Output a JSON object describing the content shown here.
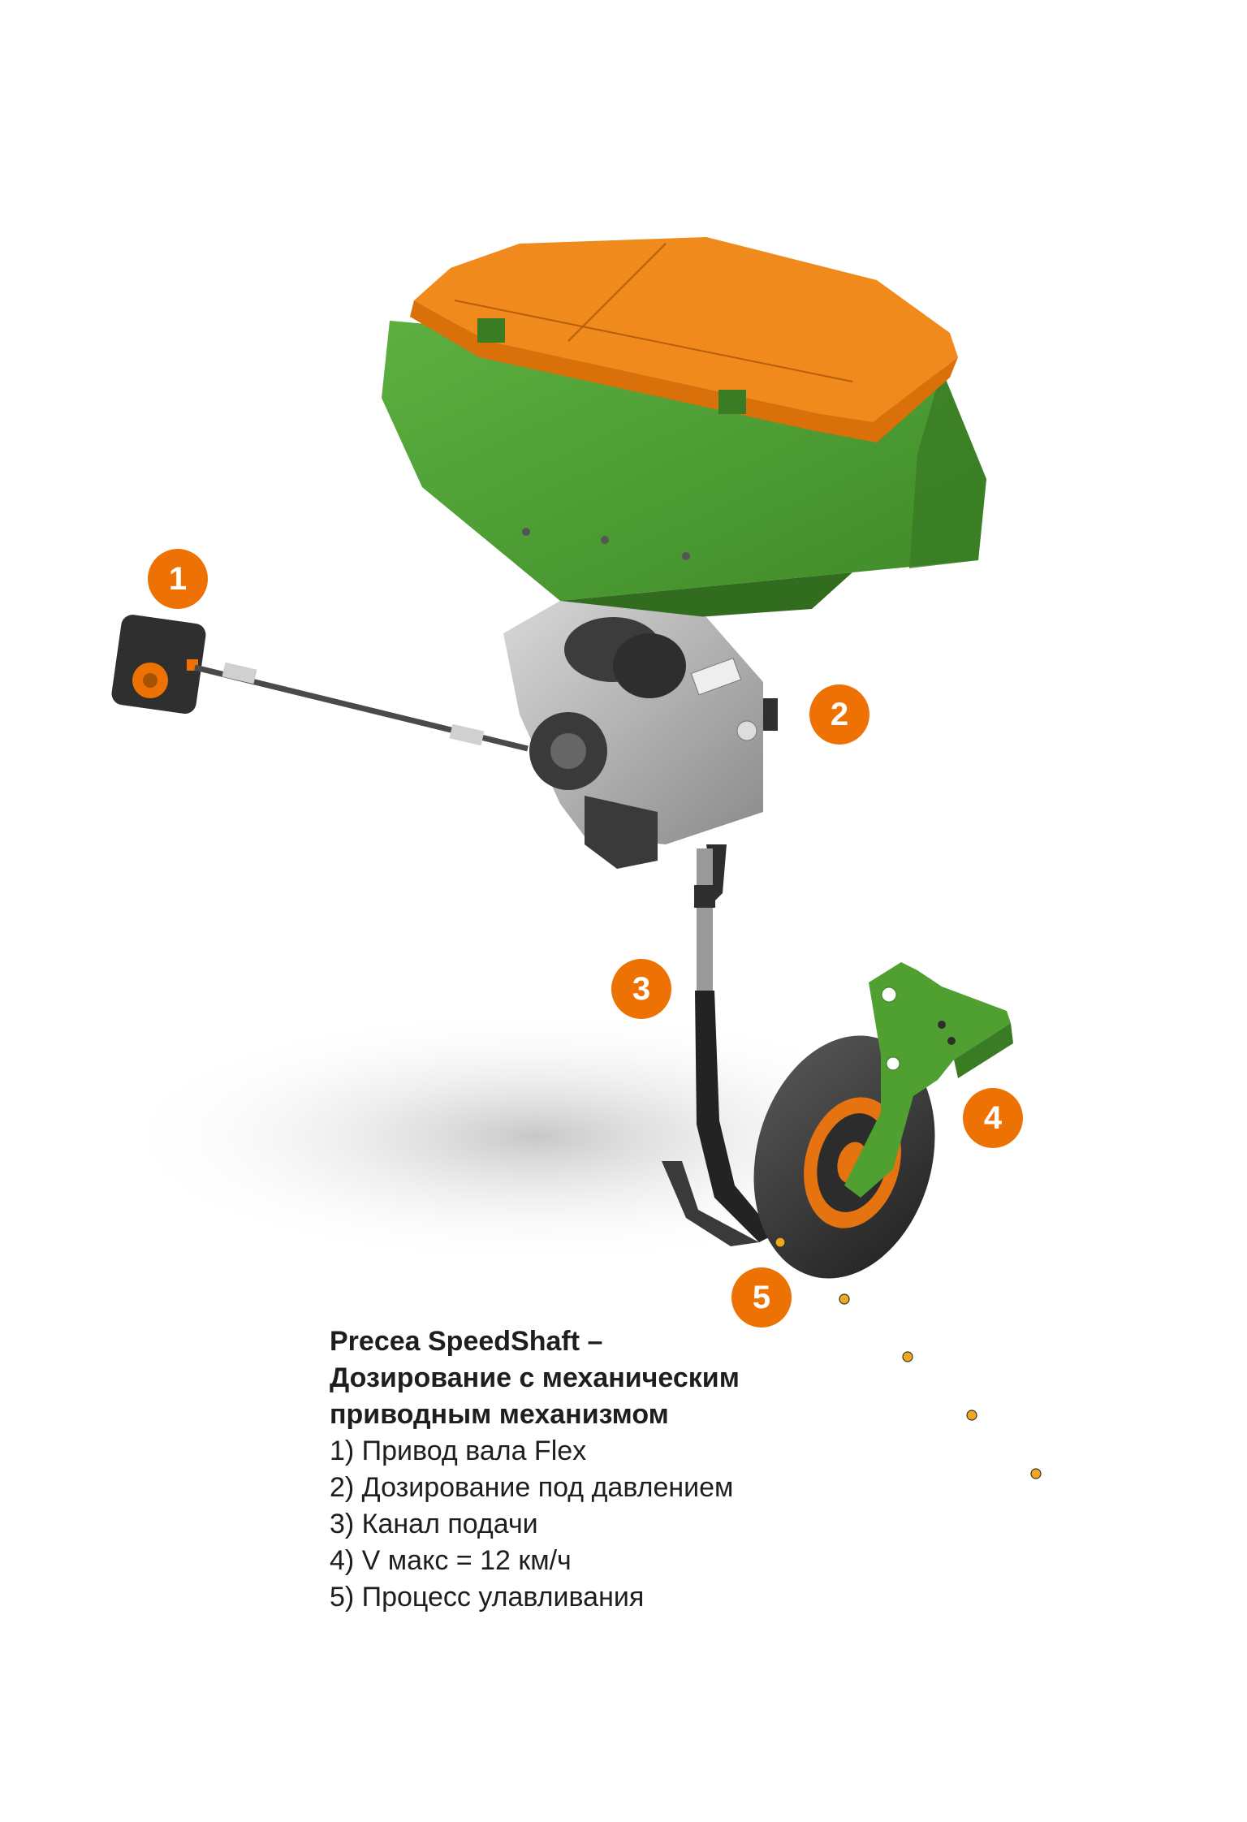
{
  "colors": {
    "accent_orange": "#ee7203",
    "hopper_green": "#4a9c2f",
    "lid_orange": "#f08a1c",
    "seed_dot": "#f2a81d",
    "caption_text": "#1e1e1e"
  },
  "callouts": [
    {
      "number": "1"
    },
    {
      "number": "2"
    },
    {
      "number": "3"
    },
    {
      "number": "4"
    },
    {
      "number": "5"
    }
  ],
  "caption": {
    "title_line1": "Precea SpeedShaft –",
    "title_line2": "Дозирование с механическим",
    "title_line3": "приводным механизмом",
    "items": [
      "1) Привод вала Flex",
      "2) Дозирование под давлением",
      "3) Канал подачи",
      "4) V макс = 12 км/ч",
      "5) Процесс улавливания"
    ]
  }
}
